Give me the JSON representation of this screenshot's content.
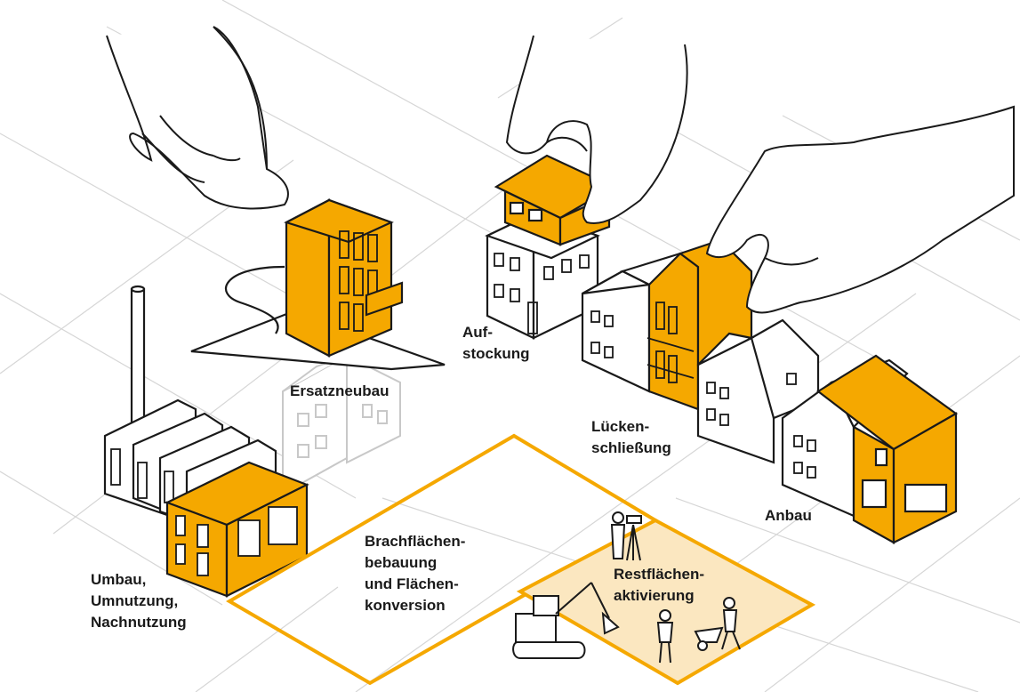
{
  "colors": {
    "accent": "#f5a800",
    "accent_light": "#fbe7c0",
    "line": "#1a1a1a",
    "grid": "#d6d6d6",
    "ghost": "#c8c8c8"
  },
  "labels": {
    "ersatzneubau": "Ersatzneubau",
    "aufstockung": [
      "Auf-",
      "stockung"
    ],
    "lueckenschliessung": [
      "Lücken-",
      "schließung"
    ],
    "anbau": "Anbau",
    "umbau": [
      "Umbau,",
      "Umnutzung,",
      "Nachnutzung"
    ],
    "brachflaechen": [
      "Brachflächen-",
      "bebauung",
      "und Flächen-",
      "konversion"
    ],
    "restflaechen": [
      "Restflächen-",
      "aktivierung"
    ]
  },
  "icons": [
    "hand-icon",
    "factory-icon",
    "house-icon",
    "excavator-icon",
    "surveyor-icon",
    "worker-icon",
    "wheelbarrow-icon"
  ]
}
